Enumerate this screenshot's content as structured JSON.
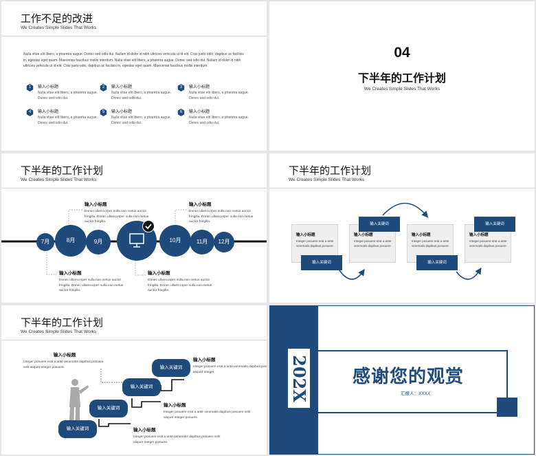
{
  "colors": {
    "accent": "#1f4a7c",
    "background": "#ffffff",
    "card": "#efefef"
  },
  "slide1": {
    "title": "工作不足的改进",
    "subtitle": "We Creates Simple Slides That Works",
    "paragraph": "Nulla vitae elit libero, a pharetra augue. Donec sed odio dui. Nullam id dolor id nibh ultricies vehicula ut id elit. Cras justo odio, dapibus ac facilisis in, egestas eget quam. Maecenas faucibus mollis interdum. Nulla vitae elit libero, a pharetra augue. Donec sed odio dui. Nullam id dolor id nibh ultricies vehicula ut id elit. Cras justo odio, dapibus ac facilisis in, egestas eget quam. Maecenas faucibus mollis interdum.",
    "items": [
      {
        "num": "1",
        "title": "输入小标题",
        "desc": "Nulla vitae elit libero, a pharetra augue. Donec sed odio dui."
      },
      {
        "num": "2",
        "title": "输入小标题",
        "desc": "Nulla vitae elit libero, a pharetra augue. Donec sed odio dui."
      },
      {
        "num": "3",
        "title": "输入小标题",
        "desc": "Nulla vitae elit libero, a pharetra augue. Donec sed odio dui."
      },
      {
        "num": "4",
        "title": "输入小标题",
        "desc": "Nulla vitae elit libero, a pharetra augue. Donec sed odio dui."
      },
      {
        "num": "5",
        "title": "输入小标题",
        "desc": "Nulla vitae elit libero, a pharetra augue. Donec sed odio dui."
      },
      {
        "num": "6",
        "title": "输入小标题",
        "desc": "Nulla vitae elit libero, a pharetra augue. Donec sed odio dui."
      }
    ]
  },
  "slide2": {
    "number": "04",
    "title": "下半年的工作计划",
    "subtitle": "We Creates Simple Slides That Works"
  },
  "slide3": {
    "title": "下半年的工作计划",
    "subtitle": "We Creates Simple Slides That Works",
    "months": [
      "7月",
      "8月",
      "9月",
      "10月",
      "11月",
      "12月"
    ],
    "blocks": [
      {
        "title": "输入小标题",
        "desc": "Donec ullamcorper nulla non metus auctor fringilla. Donec ullamcorper nulla non metus auctor fringilla."
      },
      {
        "title": "输入小标题",
        "desc": "Donec ullamcorper nulla non metus auctor fringilla. Donec ullamcorper nulla non metus auctor fringilla."
      },
      {
        "title": "输入小标题",
        "desc": "Donec ullamcorper nulla non metus auctor fringilla. Donec ullamcorper nulla non metus auctor fringilla."
      },
      {
        "title": "输入小标题",
        "desc": "Donec ullamcorper nulla non metus auctor fringilla. Donec ullamcorper nulla non metus auctor fringilla."
      }
    ]
  },
  "slide4": {
    "title": "下半年的工作计划",
    "subtitle": "We Creates Simple Slides That Works",
    "cards": [
      {
        "title": "输入小标题",
        "desc": "Integer posuere erat a ante venenatis dapibus posuere"
      },
      {
        "title": "输入小标题",
        "desc": "Integer posuere erat a ante venenatis dapibus posuere"
      },
      {
        "title": "输入小标题",
        "desc": "Integer posuere erat a ante venenatis dapibus posuere"
      },
      {
        "title": "输入小标题",
        "desc": "Integer posuere erat a ante venenatis dapibus posuere"
      }
    ],
    "keywords": [
      "输入关键词",
      "输入关键词",
      "输入关键词",
      "输入关键词"
    ]
  },
  "slide5": {
    "title": "下半年的工作计划",
    "subtitle": "We Creates Simple Slides That Works",
    "pills": [
      "输入关键词",
      "输入关键词",
      "输入关键词",
      "输入关键词"
    ],
    "blocks": [
      {
        "title": "输入小标题",
        "desc": "Integer posuere erat a ante venenatis dapibus posuere velit aliquet Integer posuere."
      },
      {
        "title": "输入小标题",
        "desc": "Integer posuere erat a ante venenatis dapibus posuere velit aliquet Integer."
      },
      {
        "title": "输入小标题",
        "desc": "Integer posuere erat a ante venenatis dapibus posuere velit aliquet Integer posuere."
      },
      {
        "title": "输入小标题",
        "desc": "Integer posuere erat a ante venenatis dapibus posuere velit aliquet Integer posuere."
      }
    ]
  },
  "slide6": {
    "year": "202X",
    "thanks": "感谢您的观赏",
    "reporter": "汇报人：XXXX"
  }
}
